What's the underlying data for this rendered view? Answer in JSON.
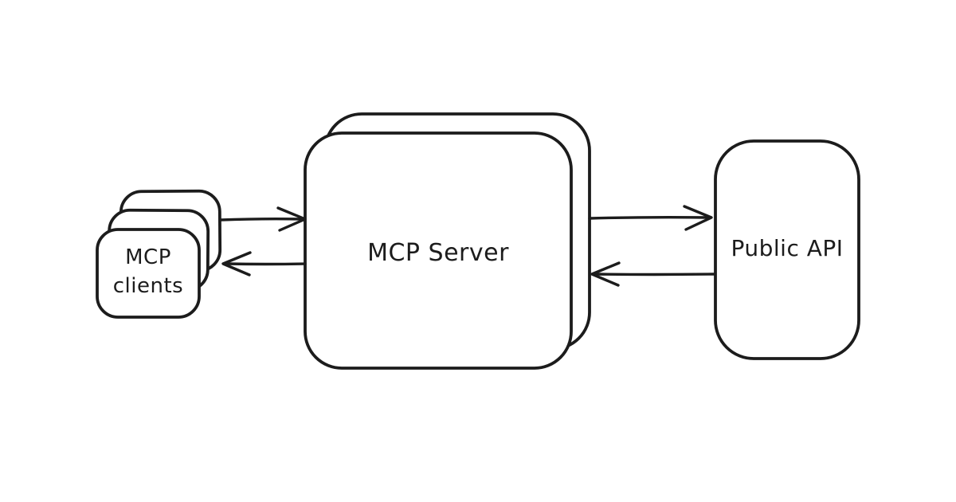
{
  "diagram": {
    "type": "architecture-flow",
    "background_color": "#ffffff",
    "stroke_color": "#1c1c1c",
    "text_color": "#1c1c1c",
    "style": "hand-drawn",
    "nodes": [
      {
        "id": "mcp-clients",
        "label": "MCP clients",
        "label_lines": [
          "MCP",
          "clients"
        ],
        "shape": "stacked-rounded-rect",
        "stack_count": 3
      },
      {
        "id": "mcp-server",
        "label": "MCP Server",
        "shape": "stacked-rounded-rect",
        "stack_count": 2
      },
      {
        "id": "public-api",
        "label": "Public API",
        "shape": "rounded-rect",
        "stack_count": 1
      }
    ],
    "edges": [
      {
        "from": "mcp-clients",
        "to": "mcp-server",
        "direction": "right"
      },
      {
        "from": "mcp-server",
        "to": "mcp-clients",
        "direction": "left"
      },
      {
        "from": "mcp-server",
        "to": "public-api",
        "direction": "right"
      },
      {
        "from": "public-api",
        "to": "mcp-server",
        "direction": "left"
      }
    ]
  }
}
